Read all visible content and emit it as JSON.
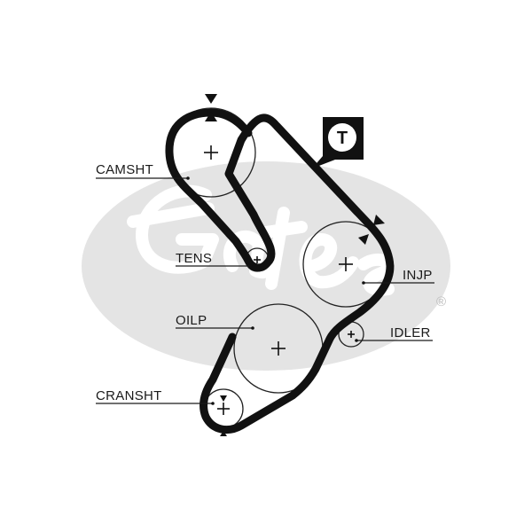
{
  "diagram": {
    "labels": {
      "camshaft": "CAMSHT",
      "tensioner": "TENS",
      "oil_pump": "OILP",
      "crankshaft": "CRANSHT",
      "injection_pump": "INJP",
      "idler": "IDLER"
    },
    "tensioner_badge": "T",
    "watermark_mark": "®",
    "colors": {
      "belt": "#111111",
      "watermark": "#e4e4e4",
      "badge": "#111111"
    }
  }
}
